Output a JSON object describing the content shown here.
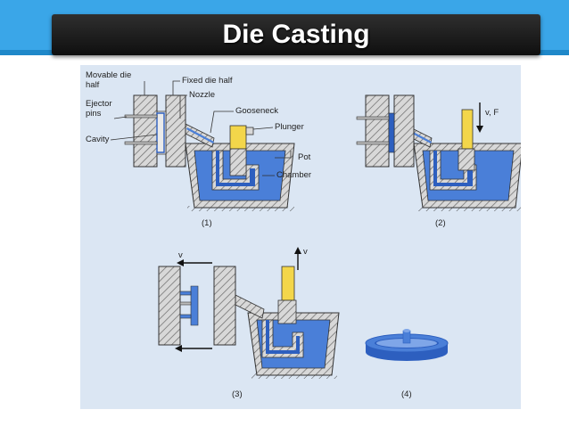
{
  "slide": {
    "title": "Die Casting"
  },
  "diagram": {
    "labels": {
      "movable_die_half": "Movable die half",
      "fixed_die_half": "Fixed die half",
      "ejector_pins": "Ejector pins",
      "nozzle": "Nozzle",
      "gooseneck": "Gooseneck",
      "cavity": "Cavity",
      "plunger": "Plunger",
      "pot": "Pot",
      "chamber": "Chamber",
      "force": "v, F",
      "velocity_up": "v",
      "velocity_left": "v"
    },
    "steps": [
      "(1)",
      "(2)",
      "(3)",
      "(4)"
    ]
  },
  "colors": {
    "title_band": "#3aa6e8",
    "title_bar": "#1a1a1a",
    "diagram_bg": "#dbe6f3",
    "metal": "#4a7fd8",
    "plunger": "#f3d64a",
    "die": "#d8d8d8"
  }
}
